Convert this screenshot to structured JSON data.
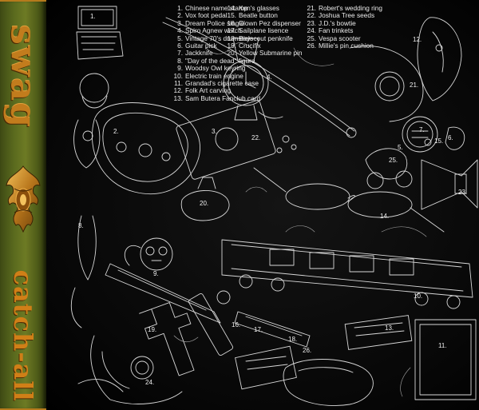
{
  "spine": {
    "title": "swag",
    "subtitle": "catch-all"
  },
  "legend": [
    {
      "num": "1.",
      "label": "Chinese name stamp"
    },
    {
      "num": "2.",
      "label": "Vox foot pedal"
    },
    {
      "num": "3.",
      "label": "Dream Police single"
    },
    {
      "num": "4.",
      "label": "Spiro Agnew watch"
    },
    {
      "num": "5.",
      "label": "Vintage 70's drumstick"
    },
    {
      "num": "6.",
      "label": "Guitar pick"
    },
    {
      "num": "7.",
      "label": "Jackknife"
    },
    {
      "num": "8.",
      "label": "\"Day of the dead\" figure"
    },
    {
      "num": "9.",
      "label": "Woodsy Owl keyring"
    },
    {
      "num": "10.",
      "label": "Electric train engine"
    },
    {
      "num": "11.",
      "label": "Grandad's cigarette case"
    },
    {
      "num": "12.",
      "label": "Folk Art carving"
    },
    {
      "num": "13.",
      "label": "Sam Butera Fanclub card"
    },
    {
      "num": "14.",
      "label": "Ken's glasses"
    },
    {
      "num": "15.",
      "label": "Beatle button"
    },
    {
      "num": "16.",
      "label": "Clown Pez dispenser"
    },
    {
      "num": "17.",
      "label": "Sailplane lisence"
    },
    {
      "num": "18.",
      "label": "Boyscout penknife"
    },
    {
      "num": "19.",
      "label": "Crucifix"
    },
    {
      "num": "20.",
      "label": "Yellow Submarine pin"
    },
    {
      "num": "21.",
      "label": "Robert's wedding ring"
    },
    {
      "num": "22.",
      "label": "Joshua Tree seeds"
    },
    {
      "num": "23.",
      "label": "J.D.'s bowtie"
    },
    {
      "num": "24.",
      "label": "Fan trinkets"
    },
    {
      "num": "25.",
      "label": "Vespa scooter"
    },
    {
      "num": "26.",
      "label": "Millie's pin cushion"
    }
  ],
  "callouts": [
    "1.",
    "2.",
    "3.",
    "4.",
    "5.",
    "6.",
    "7.",
    "8.",
    "9.",
    "10.",
    "11.",
    "12.",
    "13.",
    "14.",
    "15.",
    "16.",
    "17.",
    "18.",
    "19.",
    "20.",
    "21.",
    "22.",
    "23.",
    "24.",
    "25.",
    "26."
  ],
  "colors": {
    "spine_accent": "#c27c1d",
    "spine_green": "#5a6a1e",
    "background": "#0a0a0a",
    "line_art": "#d8d8d8"
  }
}
